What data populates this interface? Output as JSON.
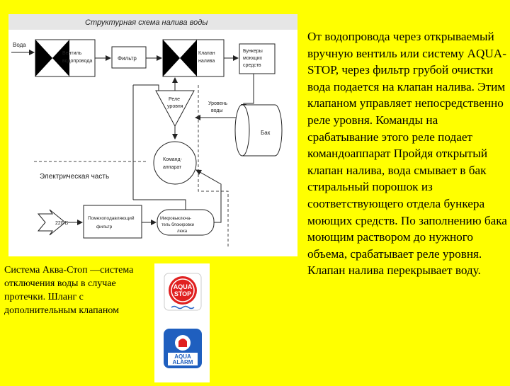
{
  "diagram": {
    "title": "Структурная схема налива воды",
    "water_in": "Вода",
    "valve": [
      "Вентиль",
      "водопровода"
    ],
    "filter": "Фильтр",
    "fill_valve": [
      "Клапан",
      "налива"
    ],
    "detergent": [
      "Бункеры",
      "моющих",
      "средств"
    ],
    "level_relay": [
      "Реле",
      "уровня"
    ],
    "water_level": [
      "Уровень",
      "воды"
    ],
    "tank": "Бак",
    "controller": [
      "Команд-",
      "аппарат"
    ],
    "electric_part": "Электрическая часть",
    "power": "220 В",
    "noise_filter": [
      "Помехоподавляющий",
      "фильтр"
    ],
    "microswitch": [
      "Микровыключа-",
      "тель блокировки",
      "люка"
    ]
  },
  "caption": "Система Аква-Стоп —система отключения воды в случае протечки. Шланг с дополнительным клапаном",
  "logos": {
    "aqua_stop": [
      "AQUA",
      "STOP"
    ],
    "aqua_alarm": [
      "AQUA",
      "ALARM"
    ]
  },
  "body_text": "От водопровода через открываемый вручную вентиль или систему AQUA-STOP, через фильтр грубой очистки вода подается на клапан налива. Этим клапаном управляет непосредственно реле уровня. Команды на срабатывание этого реле подает командоаппарат Пройдя открытый клапан налива, вода смывает в бак стиральный порошок из соответствующего отдела бункера моющих средств. По заполнению бака моющим раствором до нужного объема, срабатывает реле уровня. Клапан налива перекрывает воду."
}
